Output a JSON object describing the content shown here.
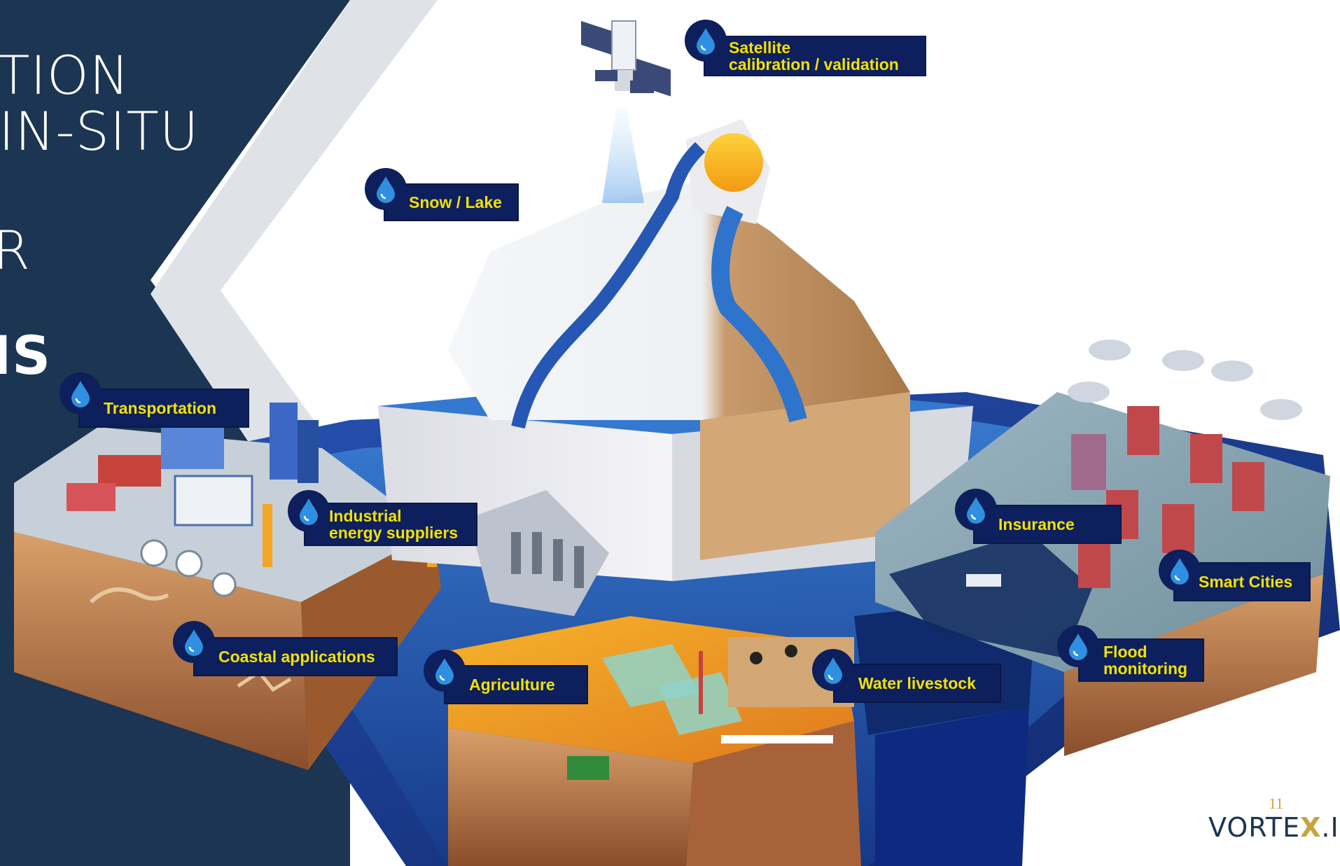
{
  "slide": {
    "heading_lines": [
      {
        "text": "TION",
        "bold": false
      },
      {
        "text": "IN-SITU",
        "bold": false
      },
      {
        "text": "R",
        "bold": false
      },
      {
        "text": "IS",
        "bold": true
      }
    ],
    "page_number": "11",
    "logo": {
      "before": "VORTE",
      "x": "X",
      "after": ".IO"
    }
  },
  "callouts": {
    "satellite": [
      "Satellite",
      "calibration / validation"
    ],
    "snow_lake": "Snow / Lake",
    "transportation": "Transportation",
    "industrial": [
      "Industrial",
      "energy suppliers"
    ],
    "coastal": "Coastal applications",
    "agriculture": "Agriculture",
    "insurance": "Insurance",
    "smart_cities": "Smart Cities",
    "water_livestock": "Water livestock",
    "flood": [
      "Flood",
      "monitoring"
    ]
  },
  "icons": {
    "badge_icon": "water-drop-icon",
    "satellite_icon": "satellite-icon",
    "sun_icon": "sun-icon"
  },
  "colors": {
    "panel_navy": "#1b3552",
    "callout_bg": "#0d1f5c",
    "callout_text": "#f3e100",
    "drop_blue": "#2f8fe0",
    "water": "#1f5fb5",
    "accent_gold": "#c8a43a"
  }
}
